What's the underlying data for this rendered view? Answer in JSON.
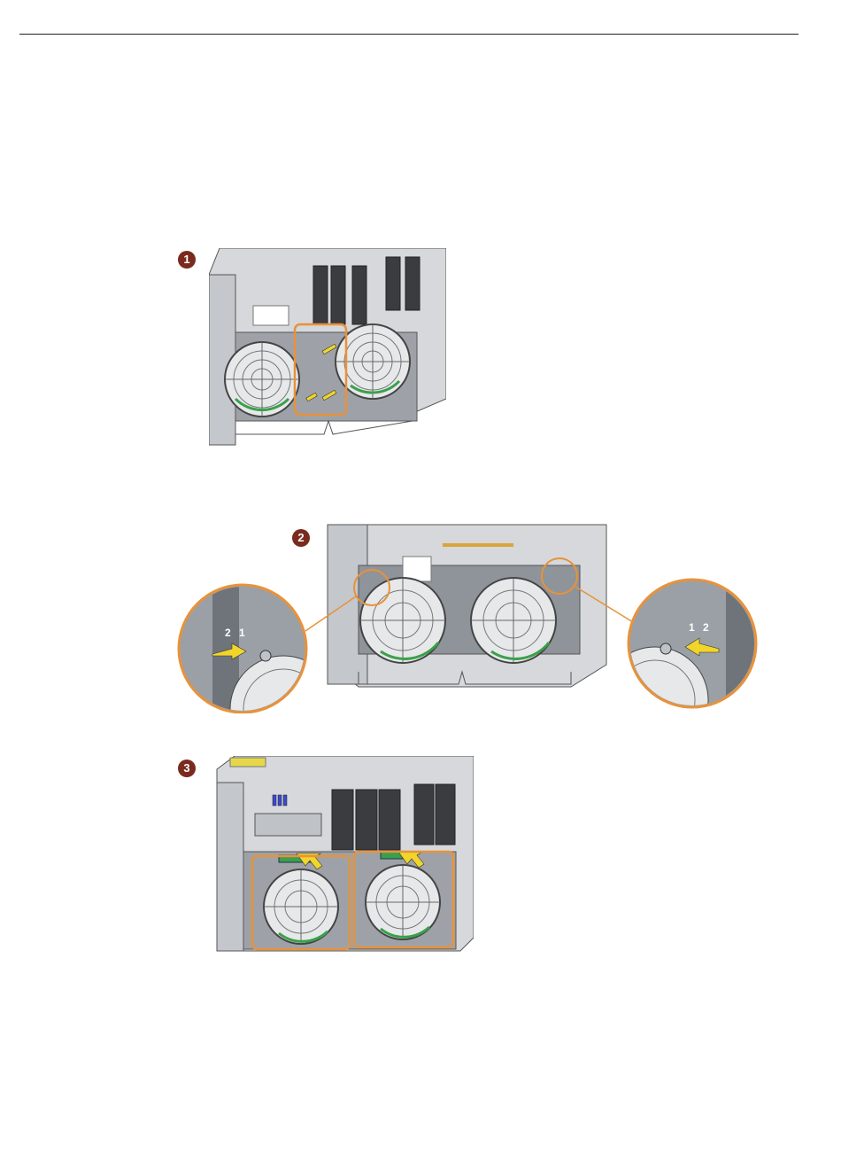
{
  "colors": {
    "badge": "#7a2a1e",
    "highlight": "#e8923a",
    "arrow": "#f2d52a",
    "chassis": "#c9ccd0",
    "chassis_dark": "#8c9096",
    "fan_accent": "#3aa04a"
  },
  "steps": [
    {
      "number": "1"
    },
    {
      "number": "2"
    },
    {
      "number": "3"
    }
  ],
  "step2_callouts": {
    "left_labels": [
      "2",
      "1"
    ],
    "right_labels": [
      "1",
      "2"
    ]
  },
  "icons": [
    "fan-icon",
    "arrow-icon",
    "magnifier-circle-icon"
  ]
}
